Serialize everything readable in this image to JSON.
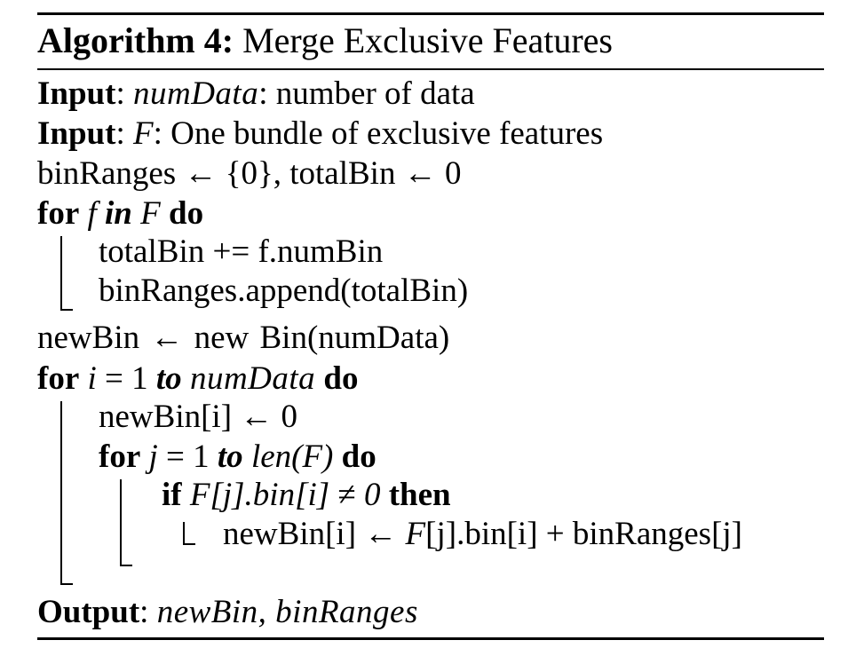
{
  "title": {
    "label": "Algorithm 4:",
    "name": "Merge Exclusive Features"
  },
  "inputs": [
    {
      "keyword": "Input",
      "sep": ": ",
      "var": "numData",
      "desc": ": number of data"
    },
    {
      "keyword": "Input",
      "sep": ": ",
      "var": "F",
      "desc": ": One bundle of exclusive features"
    }
  ],
  "init_line": "binRanges ← {0}, totalBin ← 0",
  "loop1": {
    "kw_for": "for",
    "var": "f",
    "kw_in": "in",
    "iter": "F",
    "kw_do": "do",
    "body": [
      "totalBin += f.numBin",
      "binRanges.append(totalBin)"
    ]
  },
  "newbin_line": "newBin ← new  Bin(numData)",
  "loop2": {
    "kw_for": "for",
    "var": "i",
    "op": " = 1 ",
    "kw_to": "to",
    "limit": "numData",
    "kw_do": "do",
    "reset_line": "newBin[i] ← 0",
    "inner": {
      "kw_for": "for",
      "var": "j",
      "op": " = 1 ",
      "kw_to": "to",
      "limit": "len(F)",
      "kw_do": "do",
      "cond": {
        "kw_if": "if",
        "expr_left": "F[j].bin[i]",
        "expr_op": " ≠ ",
        "expr_right": "0",
        "kw_then": "then",
        "stmt_a": "newBin[i] ← ",
        "stmt_var": "F",
        "stmt_b": "[j].bin[i] + binRanges[j]"
      }
    }
  },
  "output": {
    "keyword": "Output",
    "sep": ": ",
    "vars": "newBin, binRanges"
  }
}
